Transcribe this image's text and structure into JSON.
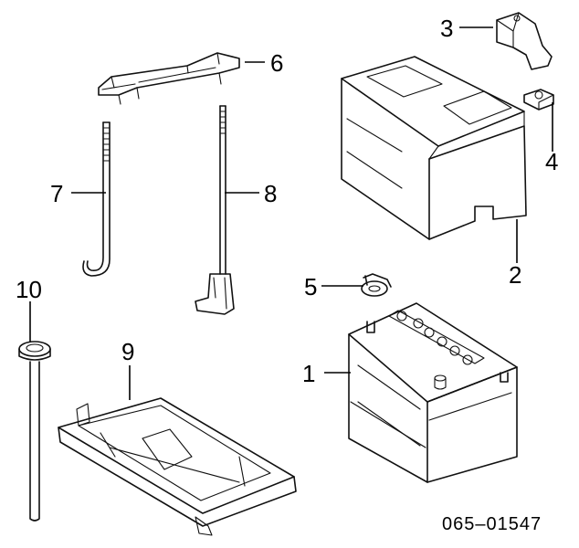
{
  "callouts": [
    {
      "id": "1",
      "label": "1"
    },
    {
      "id": "2",
      "label": "2"
    },
    {
      "id": "3",
      "label": "3"
    },
    {
      "id": "4",
      "label": "4"
    },
    {
      "id": "5",
      "label": "5"
    },
    {
      "id": "6",
      "label": "6"
    },
    {
      "id": "7",
      "label": "7"
    },
    {
      "id": "8",
      "label": "8"
    },
    {
      "id": "9",
      "label": "9"
    },
    {
      "id": "10",
      "label": "10"
    }
  ],
  "diagram_code": "065–01547"
}
